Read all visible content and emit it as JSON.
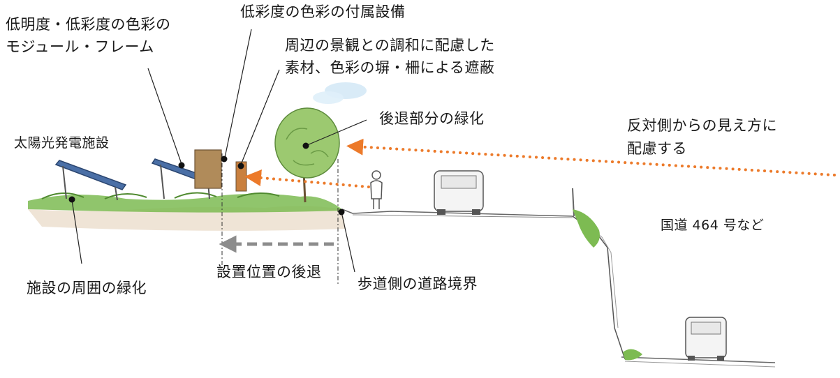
{
  "labels": {
    "low_brightness_module": [
      "低明度・低彩度の色彩の",
      "モジュール・フレーム"
    ],
    "low_saturation_equipment": "低彩度の色彩の付属設備",
    "fence_screening": [
      "周辺の景観との調和に配慮した",
      "素材、色彩の塀・柵による遮蔽"
    ],
    "setback_greening": "後退部分の緑化",
    "opposite_view": [
      "反対側からの見え方に",
      "配慮する"
    ],
    "solar_facility": "太陽光発電施設",
    "national_route": "国道 464 号など",
    "setback_position": "設置位置の後退",
    "sidewalk_boundary": "歩道側の道路境界",
    "perimeter_greening": "施設の周囲の緑化"
  },
  "colors": {
    "arrow_orange": "#ec7a2a",
    "arrow_gray": "#8c8c8c",
    "panel_blue": "#4a6fa6",
    "green": "#7dbb52",
    "tree_green": "#9cc970",
    "equipment_brown": "#b08b5a",
    "ground": "#e8dccb",
    "sky": "#cfe6f5"
  },
  "icons": [
    "solar-panel-icon",
    "tree-icon",
    "pedestrian-icon",
    "car-icon",
    "equipment-box-icon"
  ]
}
